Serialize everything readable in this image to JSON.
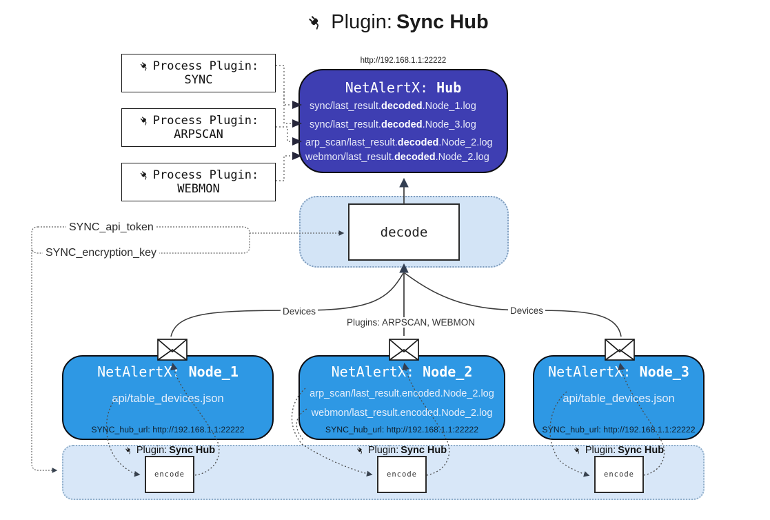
{
  "title": {
    "label": "Plugin:",
    "name": "Sync Hub"
  },
  "hub": {
    "url": "http://192.168.1.1:22222",
    "name_prefix": "NetAlertX:",
    "name": "Hub",
    "logs": [
      {
        "pre": "sync/last_result.",
        "mid": "decoded",
        "post": ".Node_1.log"
      },
      {
        "pre": "sync/last_result.",
        "mid": "decoded",
        "post": ".Node_3.log"
      },
      {
        "pre": "arp_scan/last_result.",
        "mid": "decoded",
        "post": ".Node_2.log"
      },
      {
        "pre": "webmon/last_result.",
        "mid": "decoded",
        "post": ".Node_2.log"
      }
    ]
  },
  "process_plugins": [
    {
      "label": "Process Plugin:",
      "name": "SYNC"
    },
    {
      "label": "Process Plugin:",
      "name": "ARPSCAN"
    },
    {
      "label": "Process Plugin:",
      "name": "WEBMON"
    }
  ],
  "decode_label": "decode",
  "encode_label": "encode",
  "tokens": {
    "api_token": "SYNC_api_token",
    "encryption_key": "SYNC_encryption_key"
  },
  "edge_labels": {
    "devices_left": "Devices",
    "plugins": "Plugins: ARPSCAN, WEBMON",
    "devices_right": "Devices"
  },
  "nodes": [
    {
      "name_prefix": "NetAlertX:",
      "name": "Node_1",
      "files": [
        "api/table_devices.json"
      ],
      "hub_url": "SYNC_hub_url: http://192.168.1.1:22222"
    },
    {
      "name_prefix": "NetAlertX:",
      "name": "Node_2",
      "files": [
        "arp_scan/last_result.encoded.Node_2.log",
        "webmon/last_result.encoded.Node_2.log"
      ],
      "hub_url": "SYNC_hub_url: http://192.168.1.1:22222"
    },
    {
      "name_prefix": "NetAlertX:",
      "name": "Node_3",
      "files": [
        "api/table_devices.json"
      ],
      "hub_url": "SYNC_hub_url: http://192.168.1.1:22222"
    }
  ],
  "encoder_label": {
    "prefix": "Plugin:",
    "name": "Sync Hub"
  },
  "colors": {
    "hub_bg": "#3e3eb2",
    "node_bg": "#2e98e4",
    "panel_bg": "#d8e7f8",
    "panel_border": "#8fadc8",
    "line": "#3c3c3c",
    "arrow_head": "#333f52"
  }
}
